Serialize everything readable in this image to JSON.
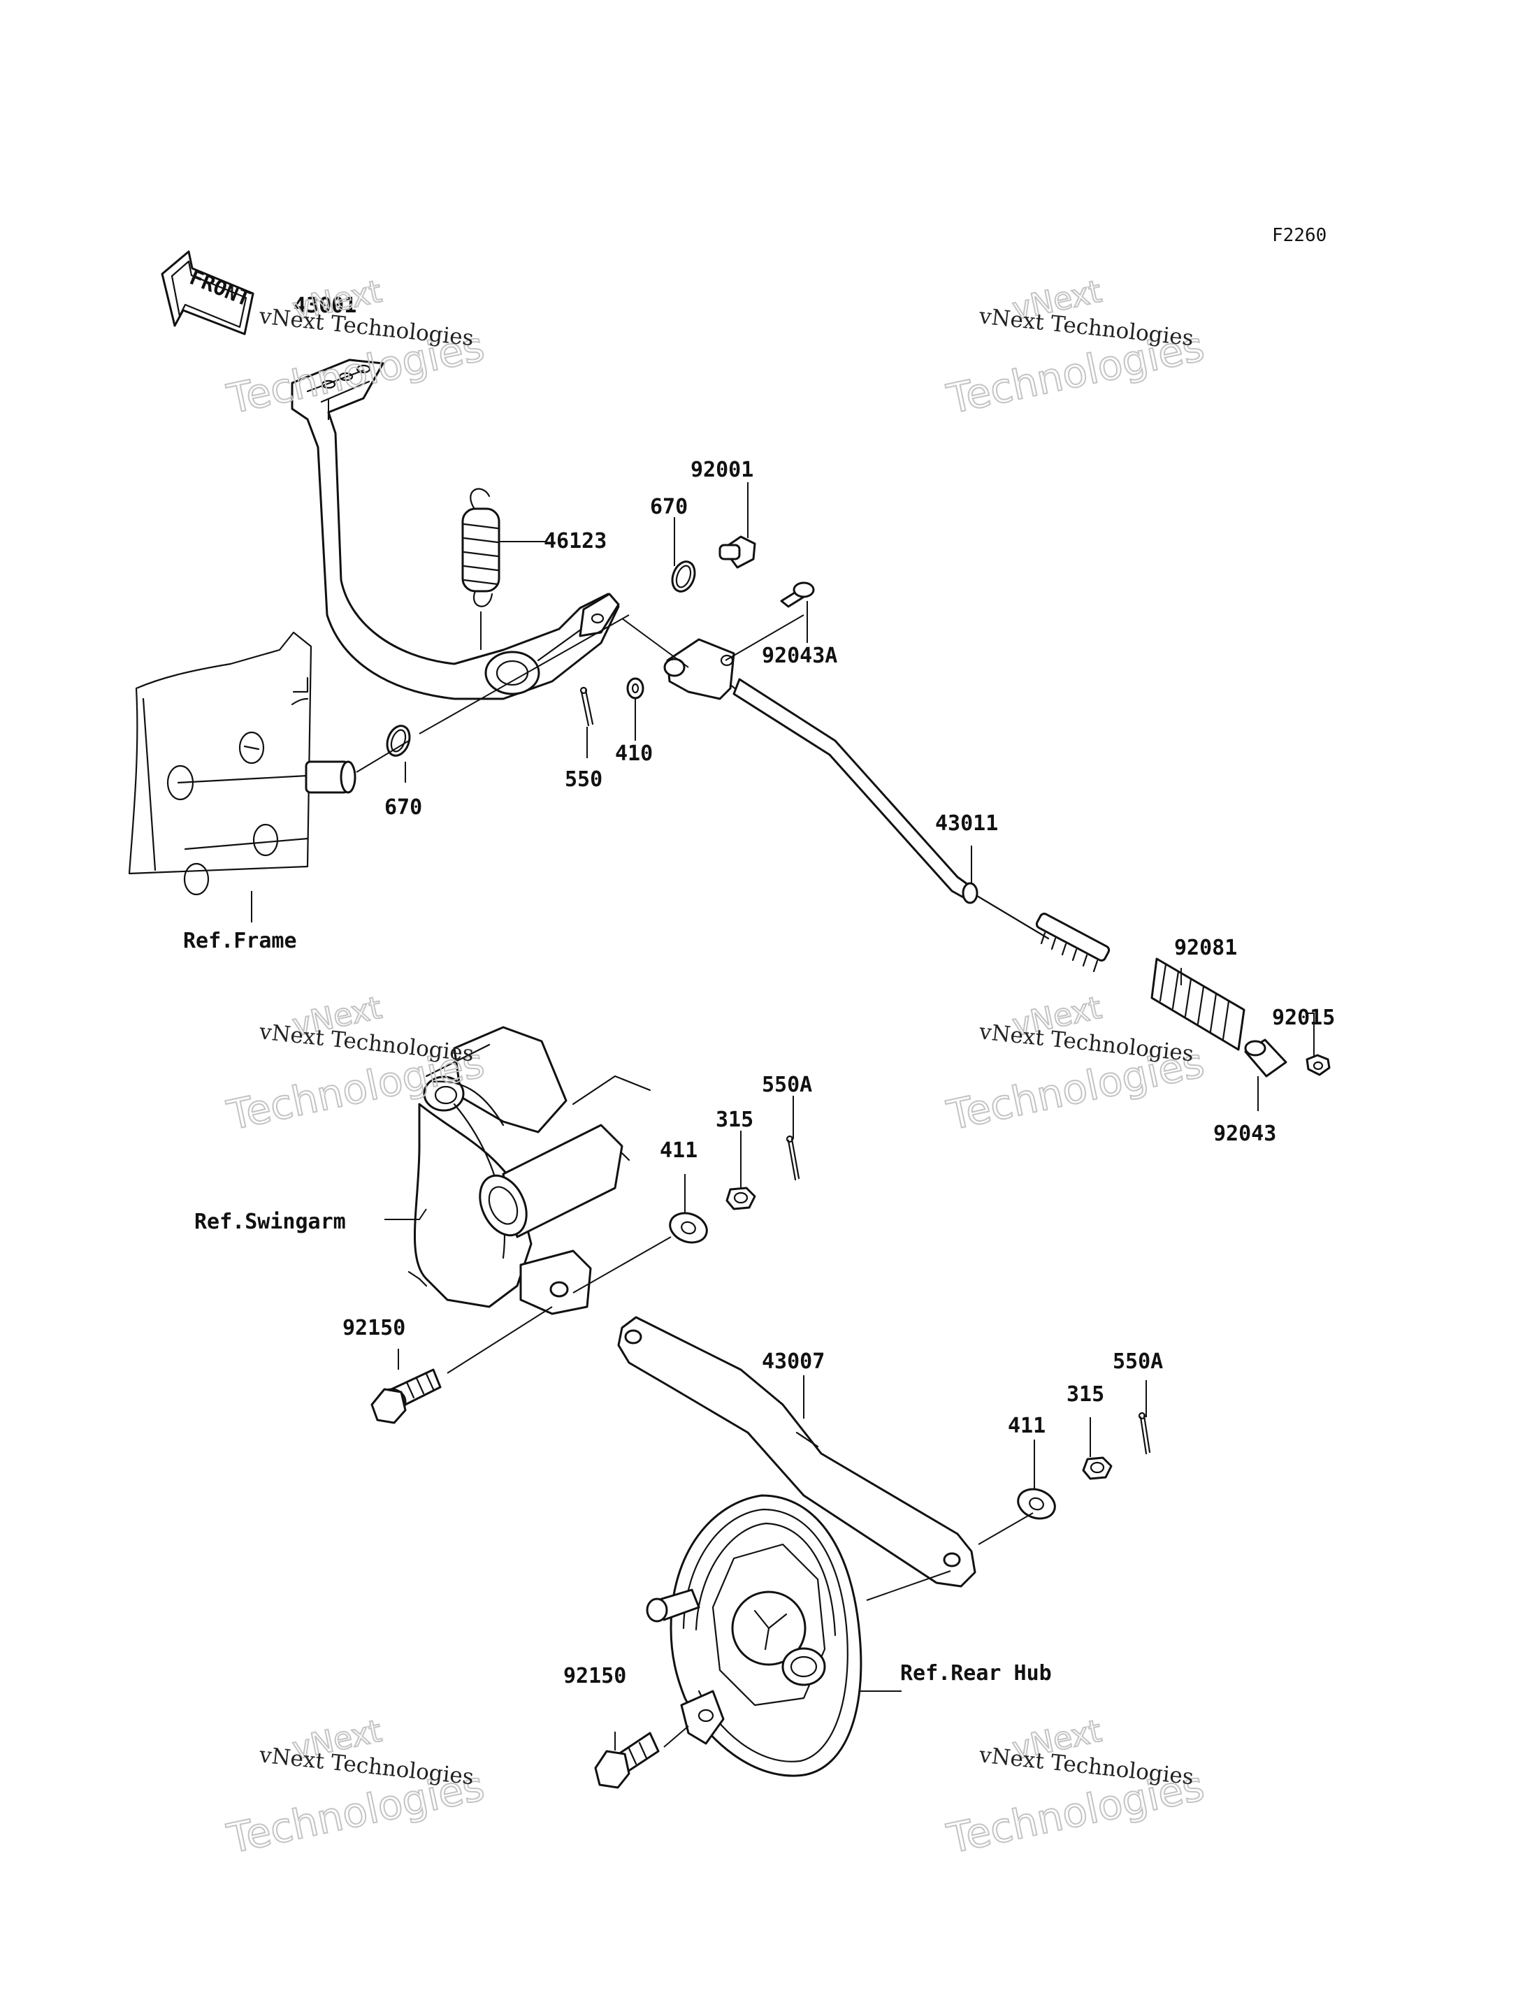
{
  "figure_code": "F2260",
  "front_label": "FRONT",
  "watermark": {
    "line1": "vNext Technologies",
    "line2": "Technologies",
    "line3": "vNext"
  },
  "parts": {
    "p43001": "43001",
    "p46123": "46123",
    "p92001": "92001",
    "p670a": "670",
    "p670b": "670",
    "p92043A": "92043A",
    "p550": "550",
    "p410": "410",
    "p43011": "43011",
    "p92081": "92081",
    "p92015": "92015",
    "p92043": "92043",
    "p550A_1": "550A",
    "p315_1": "315",
    "p411_1": "411",
    "p92150_1": "92150",
    "p43007": "43007",
    "p550A_2": "550A",
    "p315_2": "315",
    "p411_2": "411",
    "p92150_2": "92150"
  },
  "refs": {
    "frame": "Ref.Frame",
    "swingarm": "Ref.Swingarm",
    "rear_hub": "Ref.Rear Hub"
  }
}
